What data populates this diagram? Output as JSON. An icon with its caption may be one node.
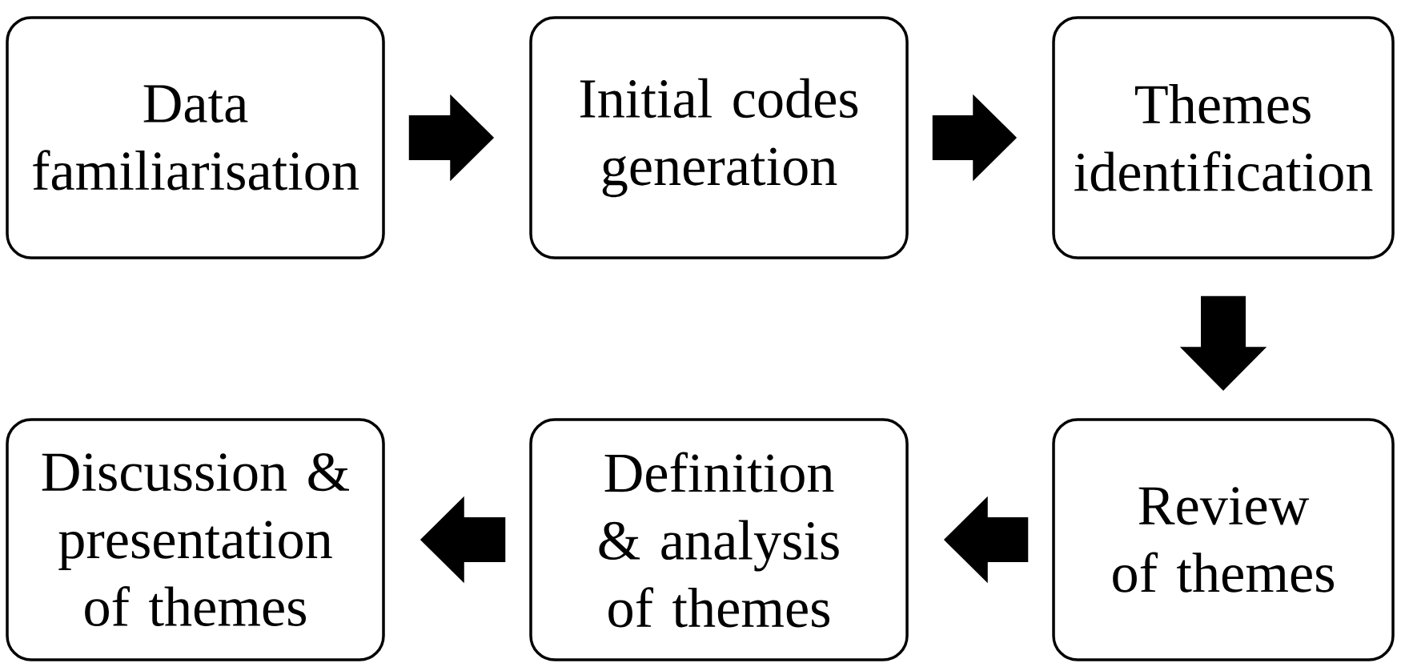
{
  "diagram": {
    "nodes": [
      {
        "text": [
          "Data familiarisation"
        ]
      },
      {
        "text": [
          "Initial codes generation"
        ]
      },
      {
        "text": [
          "Themes identification"
        ]
      },
      {
        "text": [
          "Review of themes"
        ]
      },
      {
        "text": [
          "Definition & analysis of themes"
        ]
      },
      {
        "text": [
          "Discussion & presentation of themes"
        ]
      }
    ],
    "edges": [
      {
        "from": 0,
        "to": 1,
        "arrow": "to"
      },
      {
        "from": 1,
        "to": 2,
        "arrow": "to"
      },
      {
        "from": 2,
        "to": 3,
        "arrow": "to"
      },
      {
        "from": 3,
        "to": 4,
        "arrow": "to"
      },
      {
        "from": 4,
        "to": 5,
        "arrow": "to"
      }
    ]
  }
}
